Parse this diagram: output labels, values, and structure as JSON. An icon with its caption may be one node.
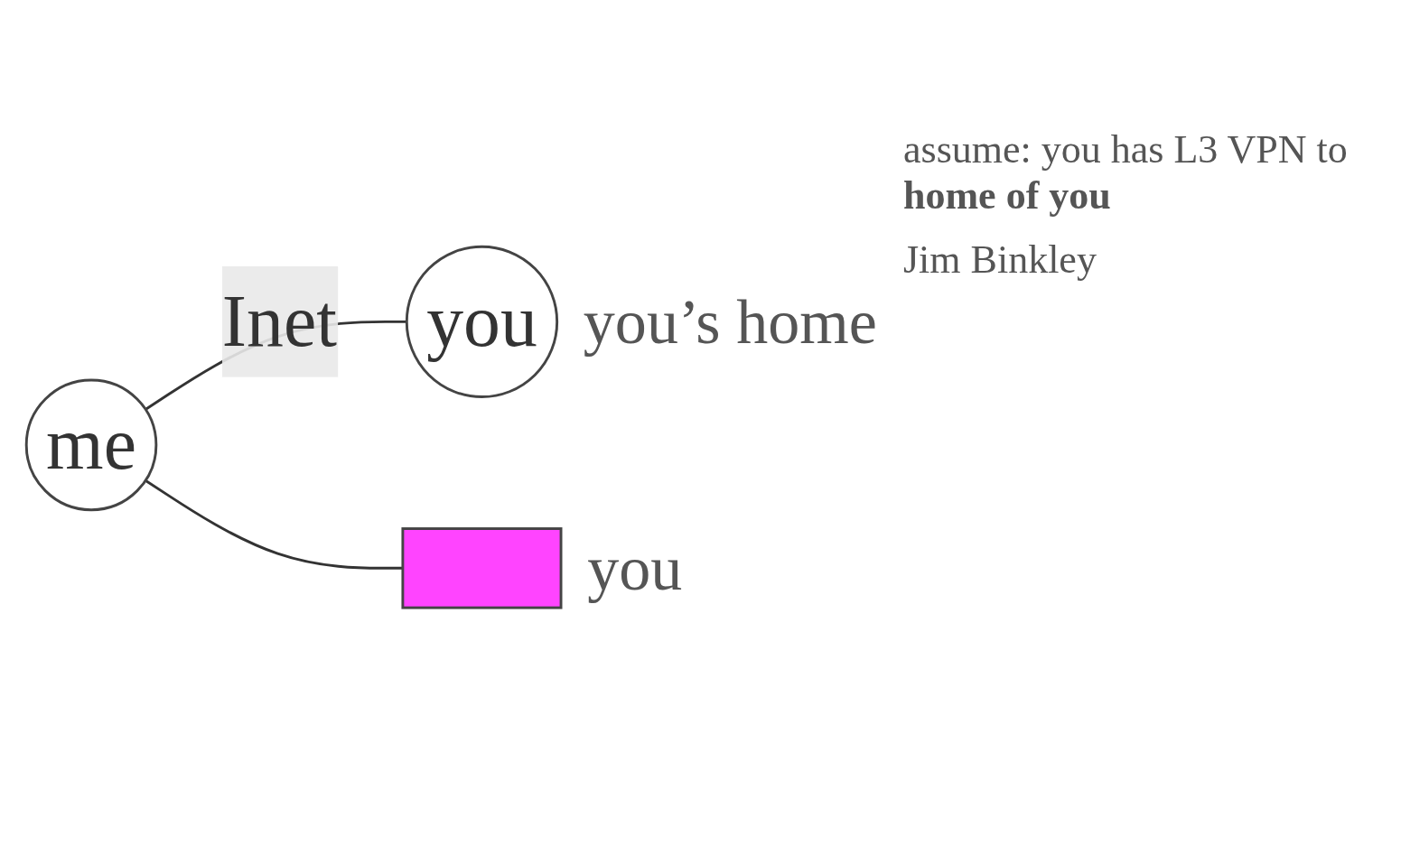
{
  "diagram": {
    "nodes": [
      {
        "text": [
          "you"
        ],
        "beside": [
          "you’s home"
        ]
      },
      {
        "text": [
          "me"
        ]
      },
      {
        "text": [],
        "shape": "box",
        "beside": [
          "you"
        ]
      }
    ],
    "edges": [
      {
        "from": 1,
        "to": 0,
        "arrow": "none",
        "label": "Inet"
      },
      {
        "from": 1,
        "to": 2,
        "arrow": "none"
      }
    ],
    "labels": [
      "assume: you has L3 VPN to **home of you**",
      "Jim Binkley"
    ]
  }
}
